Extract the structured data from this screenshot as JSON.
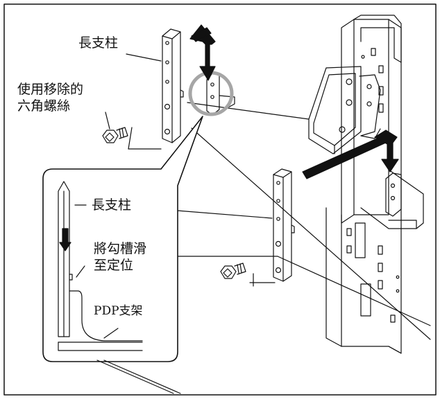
{
  "labels": {
    "long_post_main": "長支柱",
    "screw_line1": "使用移除的",
    "screw_line2": "六角螺絲",
    "long_post_detail": "長支柱",
    "slide_line1": "將勾槽滑",
    "slide_line2": "至定位",
    "pdp_bracket": "PDP支架"
  },
  "colors": {
    "stroke": "#111111",
    "magnifier_circle": "#a6a6a6",
    "background": "#ffffff"
  },
  "icons": {
    "arrow_down": "down-arrow-icon",
    "hex_screw": "hex-screw-icon"
  }
}
